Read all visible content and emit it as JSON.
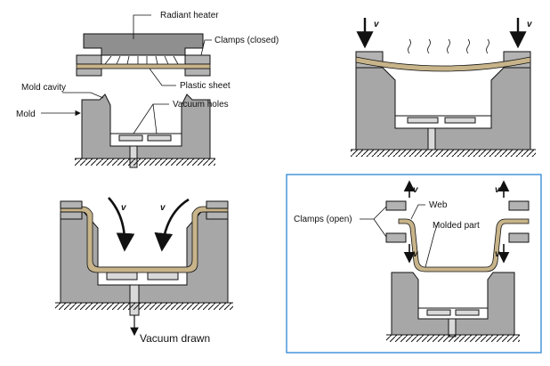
{
  "colors": {
    "mold": "#a7a7a7",
    "mold_dark": "#6e6e6e",
    "heater": "#8f8f8f",
    "clamp": "#b3b3b3",
    "sheet": "#c8b48a",
    "frame": "#3b8ed8",
    "line": "#111111"
  },
  "panels": {
    "p1": {
      "radiant_heater": "Radiant heater",
      "clamps_closed": "Clamps (closed)",
      "plastic_sheet": "Plastic sheet",
      "mold_cavity": "Mold cavity",
      "mold": "Mold",
      "vacuum_holes": "Vacuum holes"
    },
    "p2": {
      "v_left": "v",
      "v_right": "v"
    },
    "p3": {
      "v_left": "v",
      "v_right": "v",
      "vacuum_drawn": "Vacuum drawn"
    },
    "p4": {
      "web": "Web",
      "clamps_open": "Clamps (open)",
      "molded_part": "Molded part",
      "v_up_left": "v",
      "v_up_right": "v",
      "v_down_left": "v",
      "v_down_right": "v"
    }
  }
}
